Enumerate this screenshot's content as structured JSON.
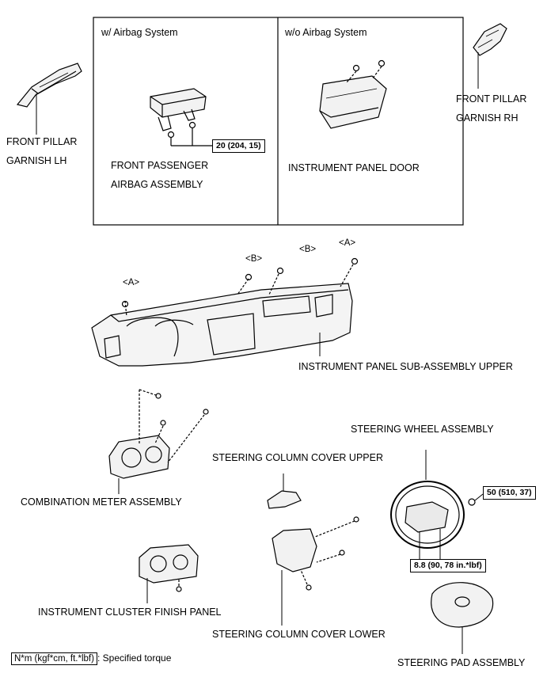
{
  "diagram": {
    "inset_left_title": "w/ Airbag System",
    "inset_right_title": "w/o Airbag System",
    "labels": {
      "front_pillar_lh_1": "FRONT PILLAR",
      "front_pillar_lh_2": "GARNISH LH",
      "front_pillar_rh_1": "FRONT PILLAR",
      "front_pillar_rh_2": "GARNISH RH",
      "airbag_1": "FRONT PASSENGER",
      "airbag_2": "AIRBAG ASSEMBLY",
      "panel_door": "INSTRUMENT PANEL DOOR",
      "panel_upper": "INSTRUMENT PANEL SUB-ASSEMBLY UPPER",
      "combination_meter": "COMBINATION METER ASSEMBLY",
      "cluster_finish": "INSTRUMENT CLUSTER FINISH PANEL",
      "column_cover_upper": "STEERING COLUMN COVER UPPER",
      "column_cover_lower": "STEERING COLUMN COVER LOWER",
      "steering_wheel": "STEERING WHEEL ASSEMBLY",
      "steering_pad": "STEERING PAD ASSEMBLY"
    },
    "markers": {
      "a_left": "<A>",
      "b_left": "<B>",
      "b_right": "<B>",
      "a_right": "<A>"
    },
    "torques": {
      "airbag": "20 (204, 15)",
      "wheel_nut": "50 (510, 37)",
      "wheel_small": "8.8 (90, 78 in.*lbf)"
    },
    "legend": {
      "units": "N*m (kgf*cm, ft.*lbf)",
      "text": ": Specified torque"
    }
  }
}
